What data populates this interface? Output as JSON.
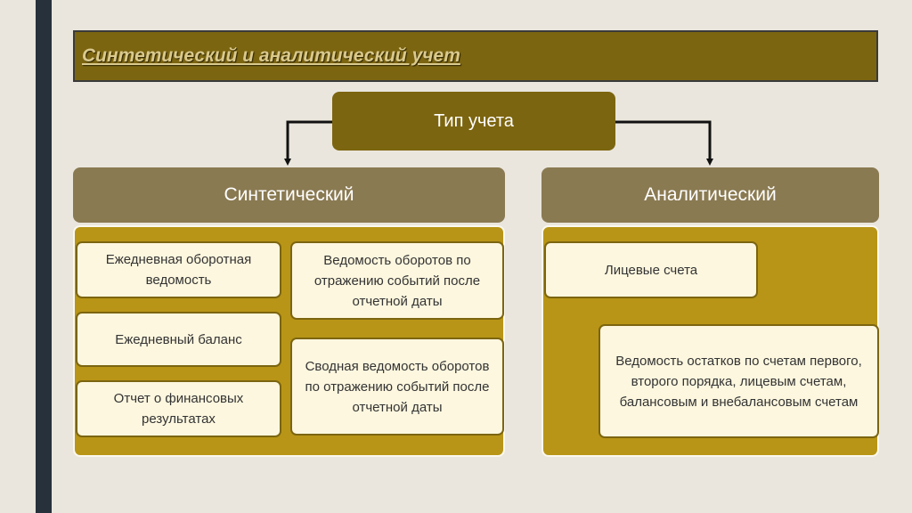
{
  "title": "Синтетический и аналитический учет",
  "root": "Тип учета",
  "colors": {
    "dark_olive": "#7c6510",
    "header_taupe": "#8a7a52",
    "panel_gold": "#b89516",
    "item_cream": "#fdf7df",
    "background": "#eae6dd",
    "stripe": "#26313c"
  },
  "branches": [
    {
      "label": "Синтетический",
      "items": [
        "Ежедневная оборотная ведомость",
        "Ежедневный баланс",
        "Отчет о финансовых результатах",
        "Ведомость оборотов по отражению событий после отчетной даты",
        "Сводная ведомость оборотов по отражению событий после отчетной даты"
      ]
    },
    {
      "label": "Аналитический",
      "items": [
        "Лицевые счета",
        "Ведомость остатков по счетам первого, второго порядка, лицевым счетам, балансовым и внебалансовым счетам"
      ]
    }
  ]
}
